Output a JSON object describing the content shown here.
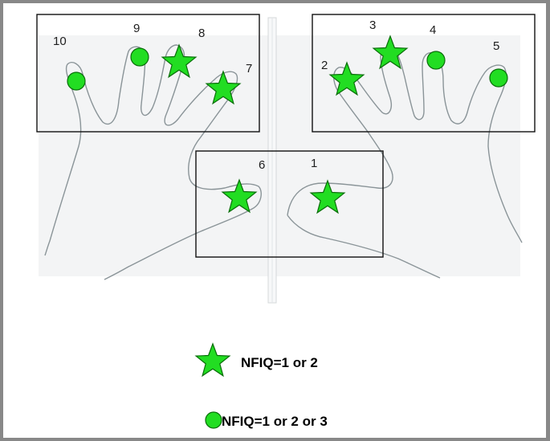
{
  "fingers": [
    {
      "label": "10",
      "marker": "circle"
    },
    {
      "label": "9",
      "marker": "circle"
    },
    {
      "label": "8",
      "marker": "star"
    },
    {
      "label": "7",
      "marker": "star"
    },
    {
      "label": "6",
      "marker": "star"
    },
    {
      "label": "1",
      "marker": "star"
    },
    {
      "label": "2",
      "marker": "star"
    },
    {
      "label": "3",
      "marker": "star"
    },
    {
      "label": "4",
      "marker": "circle"
    },
    {
      "label": "5",
      "marker": "circle"
    }
  ],
  "legend": {
    "star_label": "NFIQ=1 or 2",
    "circle_label": "NFIQ=1 or 2 or 3"
  },
  "colors": {
    "marker_fill": "#22dd22",
    "marker_stroke": "#0a6e0a",
    "box_stroke": "#111111",
    "hand_outline": "#8a9498",
    "hand_bg": "#eef0f1",
    "frame": "#888888"
  }
}
